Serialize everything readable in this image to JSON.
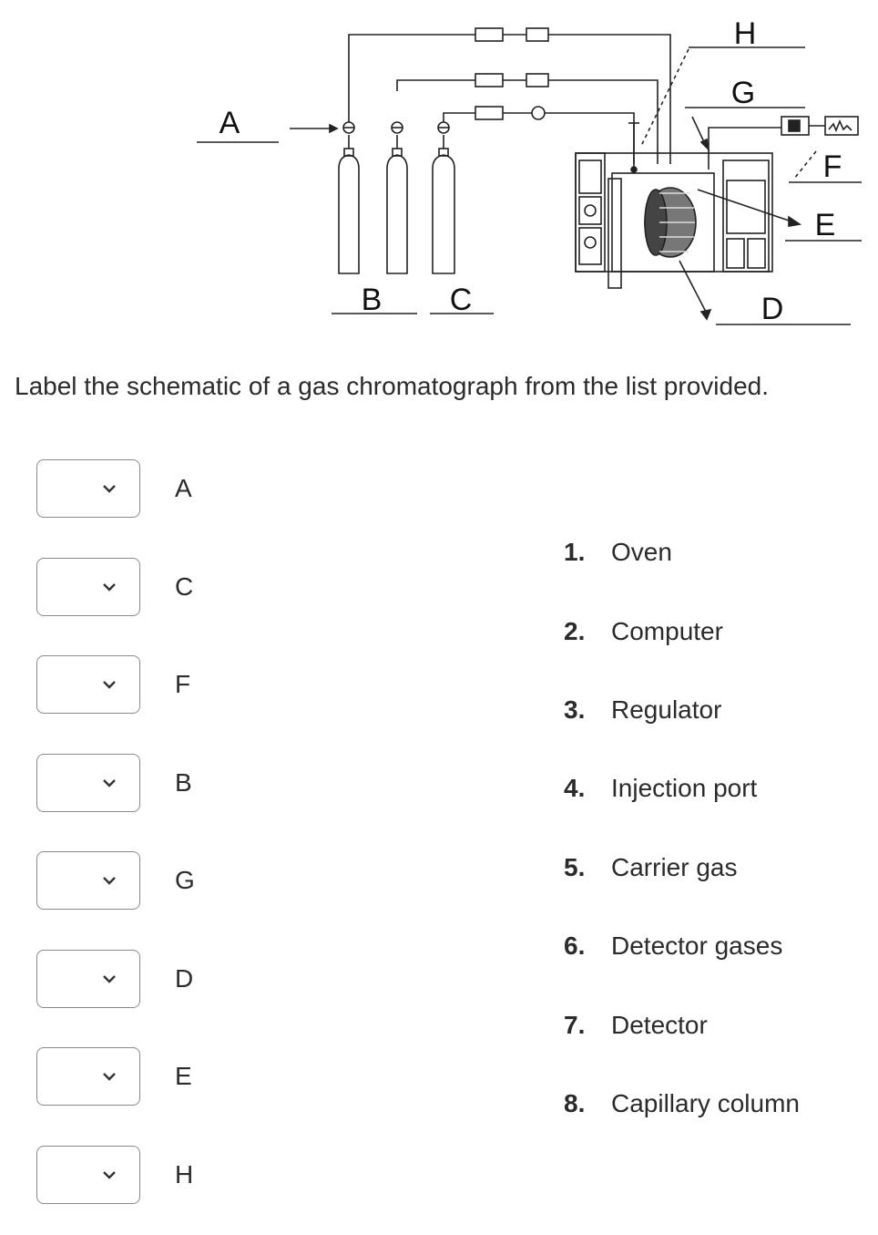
{
  "diagram": {
    "labels": {
      "A": "A",
      "B": "B",
      "C": "C",
      "D": "D",
      "E": "E",
      "F": "F",
      "G": "G",
      "H": "H"
    }
  },
  "prompt": "Label the schematic of a gas chromatograph from the list provided.",
  "matching_rows": [
    {
      "label": "A",
      "selected": ""
    },
    {
      "label": "C",
      "selected": ""
    },
    {
      "label": "F",
      "selected": ""
    },
    {
      "label": "B",
      "selected": ""
    },
    {
      "label": "G",
      "selected": ""
    },
    {
      "label": "D",
      "selected": ""
    },
    {
      "label": "E",
      "selected": ""
    },
    {
      "label": "H",
      "selected": ""
    }
  ],
  "options": [
    {
      "num": "1.",
      "text": "Oven"
    },
    {
      "num": "2.",
      "text": "Computer"
    },
    {
      "num": "3.",
      "text": "Regulator"
    },
    {
      "num": "4.",
      "text": "Injection port"
    },
    {
      "num": "5.",
      "text": "Carrier gas"
    },
    {
      "num": "6.",
      "text": "Detector gases"
    },
    {
      "num": "7.",
      "text": "Detector"
    },
    {
      "num": "8.",
      "text": "Capillary column"
    }
  ],
  "icons": {
    "dropdown": "chevron-down-icon"
  }
}
